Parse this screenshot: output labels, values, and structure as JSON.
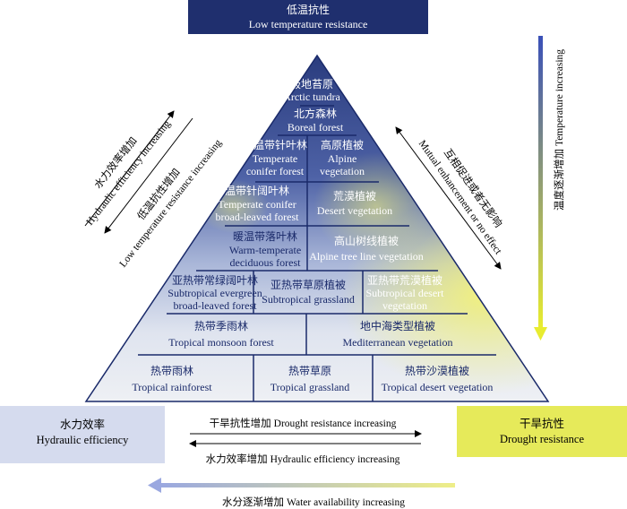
{
  "top_box": {
    "zh": "低温抗性",
    "en": "Low temperature resistance",
    "color": "#1f2f6e"
  },
  "left_box": {
    "zh": "水力效率",
    "en": "Hydraulic efficiency",
    "color": "#d5dbee"
  },
  "right_box": {
    "zh": "干旱抗性",
    "en": "Drought resistance",
    "color": "#e6ea5a"
  },
  "pyramid": {
    "arctic": {
      "zh": "极地苔原",
      "en": "Arctic tundra"
    },
    "boreal": {
      "zh": "北方森林",
      "en": "Boreal forest"
    },
    "cold_conifer": {
      "zh": "寒温带针叶林",
      "en1": "Temperate",
      "en2": "conifer forest"
    },
    "alpine": {
      "zh": "高原植被",
      "en1": "Alpine",
      "en2": "vegetation"
    },
    "temp_mixed": {
      "zh": "温带针阔叶林",
      "en1": "Temperate conifer",
      "en2": "broad-leaved forest"
    },
    "desert": {
      "zh": "荒漠植被",
      "en": "Desert vegetation"
    },
    "warm_deciduous": {
      "zh": "暖温带落叶林",
      "en1": "Warm-temperate",
      "en2": "deciduous forest"
    },
    "treeline": {
      "zh": "高山树线植被",
      "en": "Alpine tree line vegetation"
    },
    "subtrop_evergreen": {
      "zh": "亚热带常绿阔叶林",
      "en1": "Subtropical evergreen",
      "en2": "broad-leaved forest"
    },
    "subtrop_grass": {
      "zh": "亚热带草原植被",
      "en": "Subtropical grassland"
    },
    "subtrop_desert": {
      "zh": "亚热带荒漠植被",
      "en1": "Subtropical desert",
      "en2": "vegetation"
    },
    "monsoon": {
      "zh": "热带季雨林",
      "en": "Tropical monsoon forest"
    },
    "mediterranean": {
      "zh": "地中海类型植被",
      "en": "Mediterranean vegetation"
    },
    "rainforest": {
      "zh": "热带雨林",
      "en": "Tropical rainforest"
    },
    "trop_grass": {
      "zh": "热带草原",
      "en": "Tropical grassland"
    },
    "trop_desert": {
      "zh": "热带沙漠植被",
      "en": "Tropical desert vegetation"
    }
  },
  "arrows": {
    "hydraulic_eff": {
      "zh": "水力效率增加",
      "en": "Hydraulic efficiency increasing"
    },
    "low_temp_res": {
      "zh": "低温抗性增加",
      "en": "Low temperature resistance increasing"
    },
    "mutual": {
      "zh": "互相促进或者无影响",
      "en": "Mutual enhancement or no effect"
    },
    "temperature": {
      "zh": "温度逐渐增加",
      "en": "Temperature increasing"
    },
    "drought_res": {
      "zh": "干旱抗性增加",
      "en": "Drought resistance increasing"
    },
    "hydraulic_eff_bottom": {
      "zh": "水力效率增加",
      "en": "Hydraulic efficiency increasing"
    },
    "water": {
      "zh": "水分逐渐增加",
      "en": "Water availability increasing"
    }
  },
  "colors": {
    "navy": "#1f2f6e",
    "yellow": "#e8ec5a",
    "light_blue": "#d5dbee",
    "blue": "#4a60c0"
  }
}
